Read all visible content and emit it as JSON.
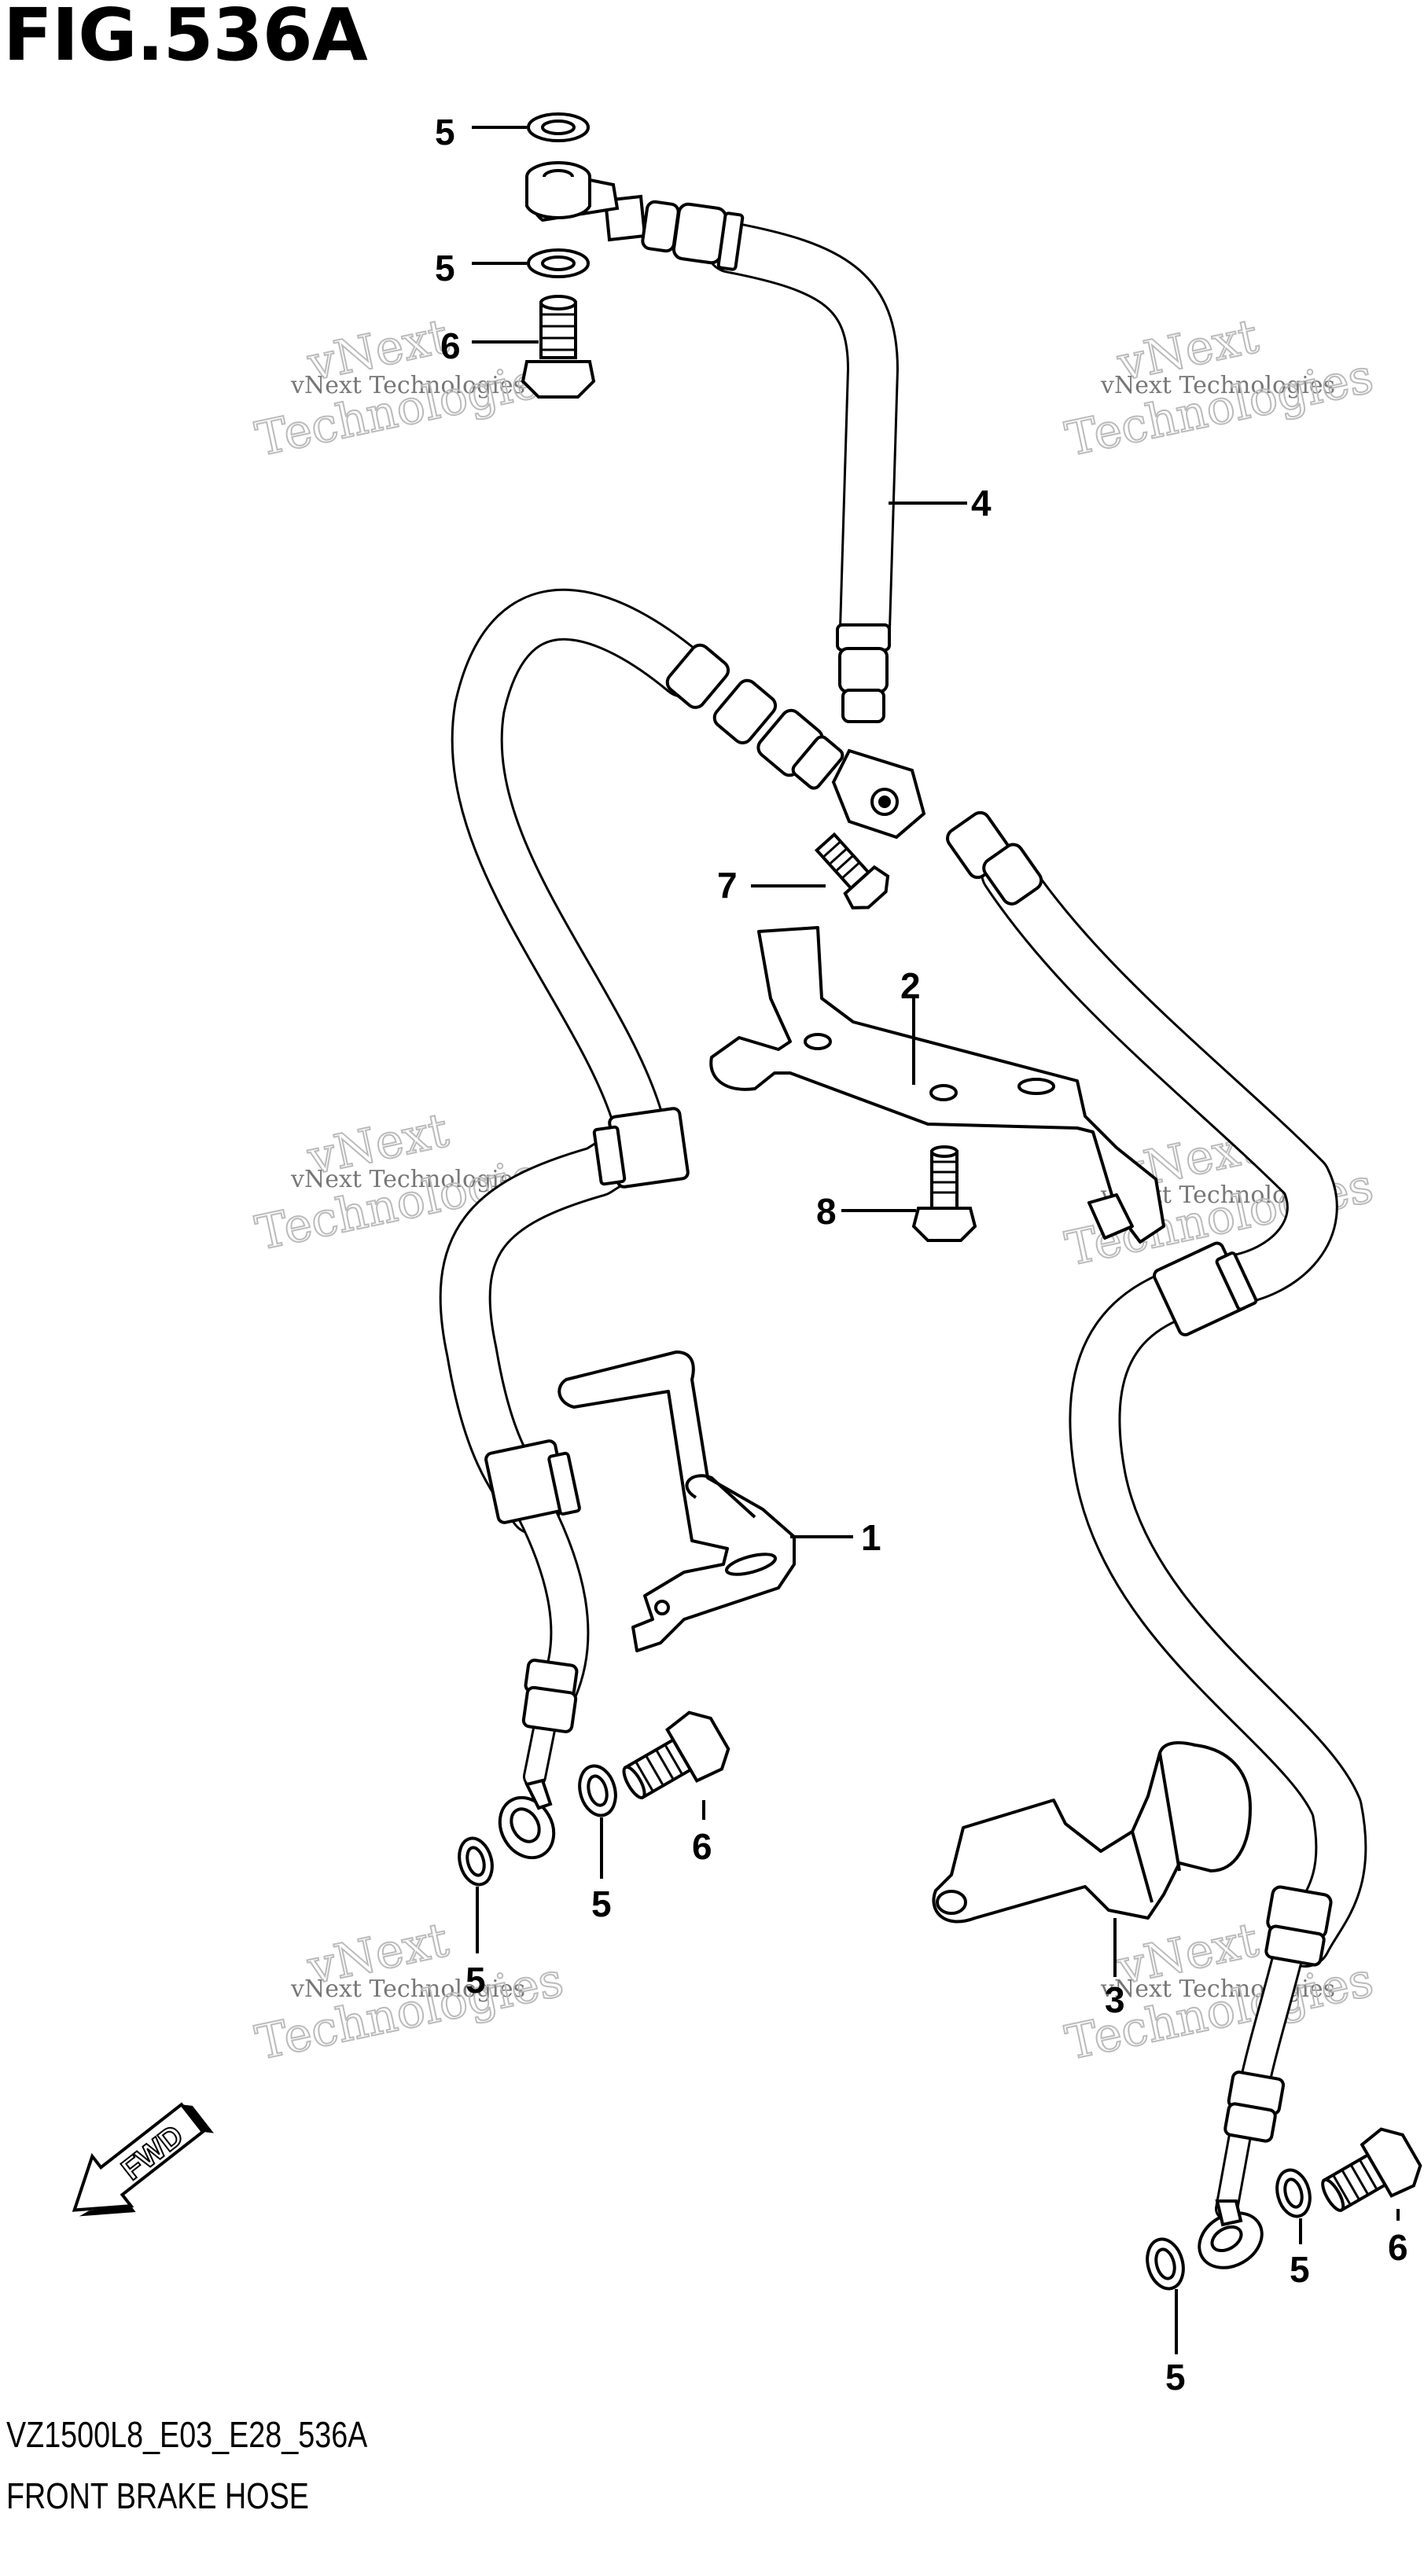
{
  "figure": {
    "title": "FIG.536A",
    "drawing_code": "VZ1500L8_E03_E28_536A",
    "caption": "FRONT BRAKE HOSE"
  },
  "callouts": [
    {
      "id": "c-5a",
      "label": "5"
    },
    {
      "id": "c-5b",
      "label": "5"
    },
    {
      "id": "c-6a",
      "label": "6"
    },
    {
      "id": "c-4",
      "label": "4"
    },
    {
      "id": "c-7",
      "label": "7"
    },
    {
      "id": "c-2",
      "label": "2"
    },
    {
      "id": "c-8",
      "label": "8"
    },
    {
      "id": "c-1",
      "label": "1"
    },
    {
      "id": "c-6b",
      "label": "6"
    },
    {
      "id": "c-5c",
      "label": "5"
    },
    {
      "id": "c-5d",
      "label": "5"
    },
    {
      "id": "c-3",
      "label": "3"
    },
    {
      "id": "c-6c",
      "label": "6"
    },
    {
      "id": "c-5e",
      "label": "5"
    },
    {
      "id": "c-5f",
      "label": "5"
    }
  ],
  "fwd_arrow": {
    "label": "FWD"
  },
  "watermark": {
    "line1": "vNext Technologies",
    "line2a": "vNext",
    "line2b": "Technologies"
  }
}
